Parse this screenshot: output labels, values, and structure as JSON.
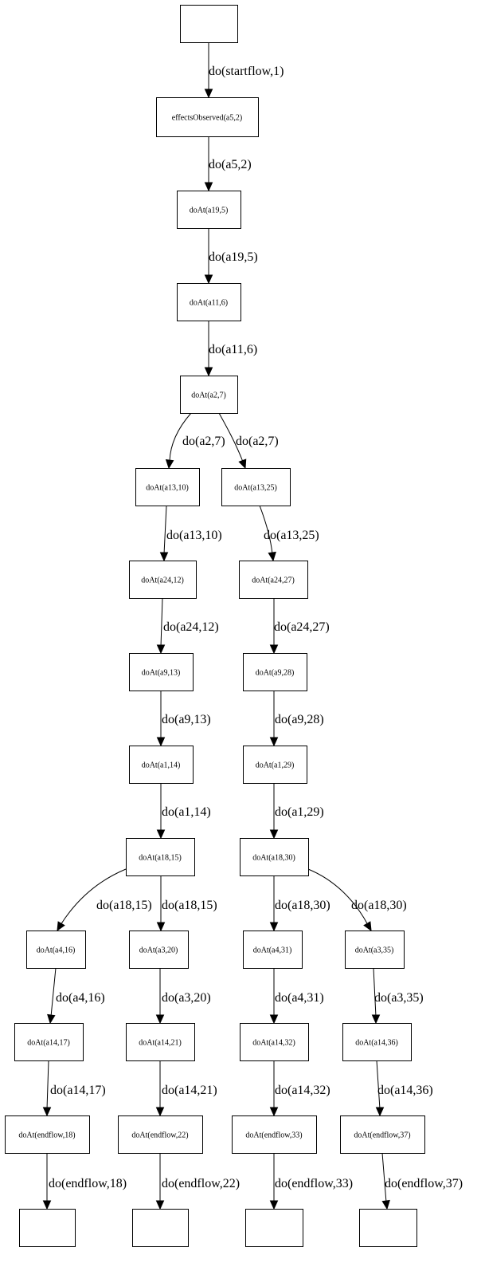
{
  "diagram": {
    "nodes": [
      {
        "id": "root",
        "label": ""
      },
      {
        "id": "n1",
        "label": "effectsObserved(a5,2)"
      },
      {
        "id": "n2",
        "label": "doAt(a19,5)"
      },
      {
        "id": "n3",
        "label": "doAt(a11,6)"
      },
      {
        "id": "n4",
        "label": "doAt(a2,7)"
      },
      {
        "id": "n5",
        "label": "doAt(a13,10)"
      },
      {
        "id": "n6",
        "label": "doAt(a13,25)"
      },
      {
        "id": "n7",
        "label": "doAt(a24,12)"
      },
      {
        "id": "n8",
        "label": "doAt(a24,27)"
      },
      {
        "id": "n9",
        "label": "doAt(a9,13)"
      },
      {
        "id": "n10",
        "label": "doAt(a9,28)"
      },
      {
        "id": "n11",
        "label": "doAt(a1,14)"
      },
      {
        "id": "n12",
        "label": "doAt(a1,29)"
      },
      {
        "id": "n13",
        "label": "doAt(a18,15)"
      },
      {
        "id": "n14",
        "label": "doAt(a18,30)"
      },
      {
        "id": "n15",
        "label": "doAt(a4,16)"
      },
      {
        "id": "n16",
        "label": "doAt(a3,20)"
      },
      {
        "id": "n17",
        "label": "doAt(a4,31)"
      },
      {
        "id": "n18",
        "label": "doAt(a3,35)"
      },
      {
        "id": "n19",
        "label": "doAt(a14,17)"
      },
      {
        "id": "n20",
        "label": "doAt(a14,21)"
      },
      {
        "id": "n21",
        "label": "doAt(a14,32)"
      },
      {
        "id": "n22",
        "label": "doAt(a14,36)"
      },
      {
        "id": "n23",
        "label": "doAt(endflow,18)"
      },
      {
        "id": "n24",
        "label": "doAt(endflow,22)"
      },
      {
        "id": "n25",
        "label": "doAt(endflow,33)"
      },
      {
        "id": "n26",
        "label": "doAt(endflow,37)"
      },
      {
        "id": "e1",
        "label": ""
      },
      {
        "id": "e2",
        "label": ""
      },
      {
        "id": "e3",
        "label": ""
      },
      {
        "id": "e4",
        "label": ""
      }
    ],
    "edges": [
      {
        "from": "root",
        "to": "n1",
        "label": "do(startflow,1)"
      },
      {
        "from": "n1",
        "to": "n2",
        "label": "do(a5,2)"
      },
      {
        "from": "n2",
        "to": "n3",
        "label": "do(a19,5)"
      },
      {
        "from": "n3",
        "to": "n4",
        "label": "do(a11,6)"
      },
      {
        "from": "n4",
        "to": "n5",
        "label": "do(a2,7)"
      },
      {
        "from": "n4",
        "to": "n6",
        "label": "do(a2,7)"
      },
      {
        "from": "n5",
        "to": "n7",
        "label": "do(a13,10)"
      },
      {
        "from": "n6",
        "to": "n8",
        "label": "do(a13,25)"
      },
      {
        "from": "n7",
        "to": "n9",
        "label": "do(a24,12)"
      },
      {
        "from": "n8",
        "to": "n10",
        "label": "do(a24,27)"
      },
      {
        "from": "n9",
        "to": "n11",
        "label": "do(a9,13)"
      },
      {
        "from": "n10",
        "to": "n12",
        "label": "do(a9,28)"
      },
      {
        "from": "n11",
        "to": "n13",
        "label": "do(a1,14)"
      },
      {
        "from": "n12",
        "to": "n14",
        "label": "do(a1,29)"
      },
      {
        "from": "n13",
        "to": "n15",
        "label": "do(a18,15)"
      },
      {
        "from": "n13",
        "to": "n16",
        "label": "do(a18,15)"
      },
      {
        "from": "n14",
        "to": "n17",
        "label": "do(a18,30)"
      },
      {
        "from": "n14",
        "to": "n18",
        "label": "do(a18,30)"
      },
      {
        "from": "n15",
        "to": "n19",
        "label": "do(a4,16)"
      },
      {
        "from": "n16",
        "to": "n20",
        "label": "do(a3,20)"
      },
      {
        "from": "n17",
        "to": "n21",
        "label": "do(a4,31)"
      },
      {
        "from": "n18",
        "to": "n22",
        "label": "do(a3,35)"
      },
      {
        "from": "n19",
        "to": "n23",
        "label": "do(a14,17)"
      },
      {
        "from": "n20",
        "to": "n24",
        "label": "do(a14,21)"
      },
      {
        "from": "n21",
        "to": "n25",
        "label": "do(a14,32)"
      },
      {
        "from": "n22",
        "to": "n26",
        "label": "do(a14,36)"
      },
      {
        "from": "n23",
        "to": "e1",
        "label": "do(endflow,18)"
      },
      {
        "from": "n24",
        "to": "e2",
        "label": "do(endflow,22)"
      },
      {
        "from": "n25",
        "to": "e3",
        "label": "do(endflow,33)"
      },
      {
        "from": "n26",
        "to": "e4",
        "label": "do(endflow,37)"
      }
    ]
  }
}
